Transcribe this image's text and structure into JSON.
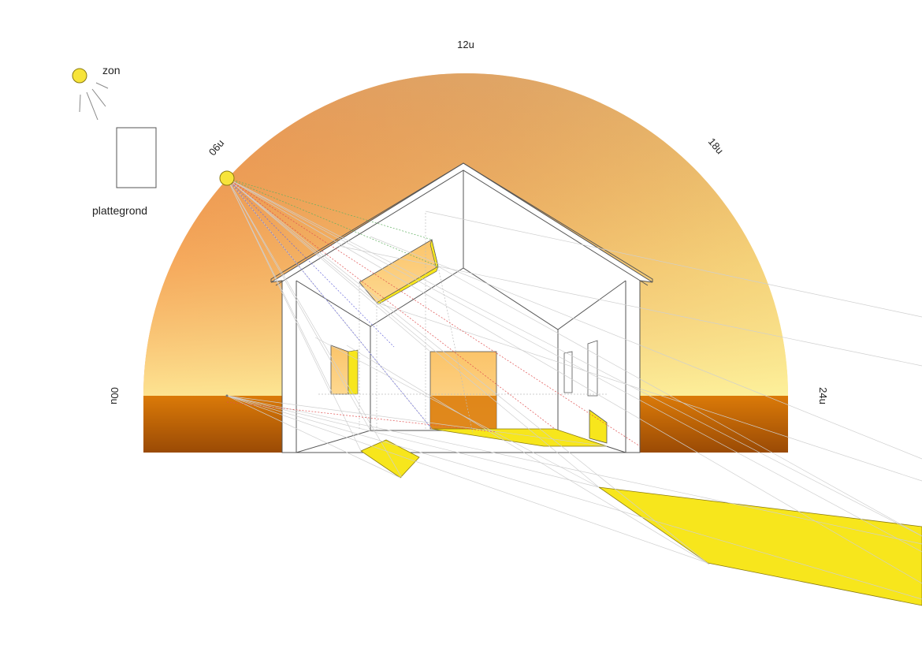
{
  "legend": {
    "sun_label": "zon",
    "plan_label": "plattegrond",
    "sun_icon": "sun-icon",
    "plan_icon": "floorplan-rect-icon"
  },
  "hours": {
    "h00": "00u",
    "h06": "06u",
    "h12": "12u",
    "h18": "18u",
    "h24": "24u"
  },
  "colors": {
    "sky_warm": "#f7923a",
    "sky_light": "#fcf48a",
    "sky_top": "#d9b878",
    "ground_top": "#d9780a",
    "ground_bottom": "#9a4a05",
    "sun": "#f7e43a",
    "light_patch": "#f7e61c",
    "window_glow": "#fbc872",
    "house_line": "#555555"
  }
}
